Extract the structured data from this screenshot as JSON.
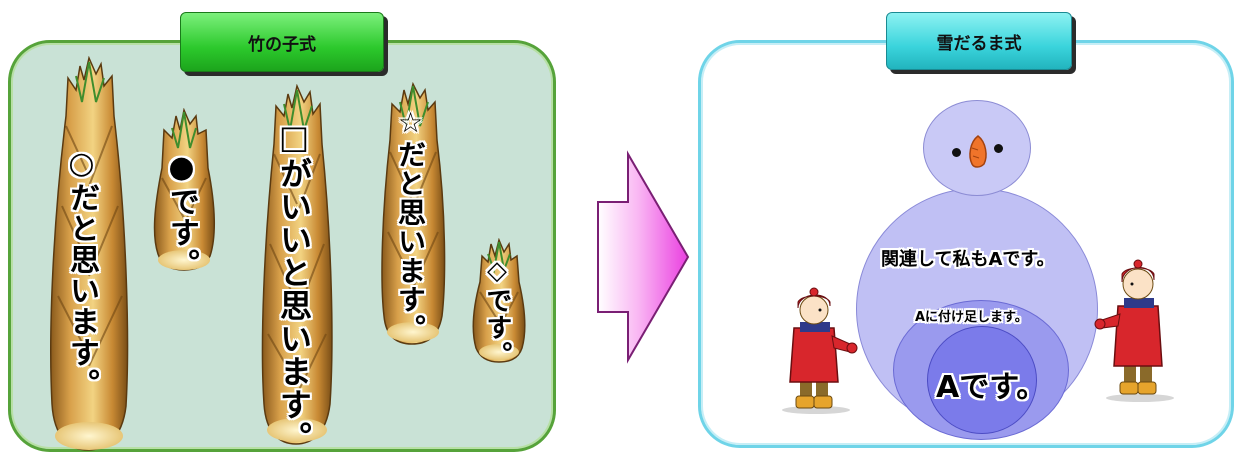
{
  "left_title": "竹の子式",
  "right_title": "雪だるま式",
  "shoots": [
    {
      "text": "○だと思います。"
    },
    {
      "text": "●です。"
    },
    {
      "text": "□がいいと思います。"
    },
    {
      "text": "☆だと思います。"
    },
    {
      "text": "◇です。"
    }
  ],
  "snowman": {
    "outer_text": "関連して私もAです。",
    "middle_text": "Aに付け足します。",
    "inner_text": "Aです。"
  },
  "colors": {
    "left_panel_bg": "#c9e2d6",
    "right_panel_border": "#6fd4e8",
    "arrow_pink": "#f25ee8"
  }
}
